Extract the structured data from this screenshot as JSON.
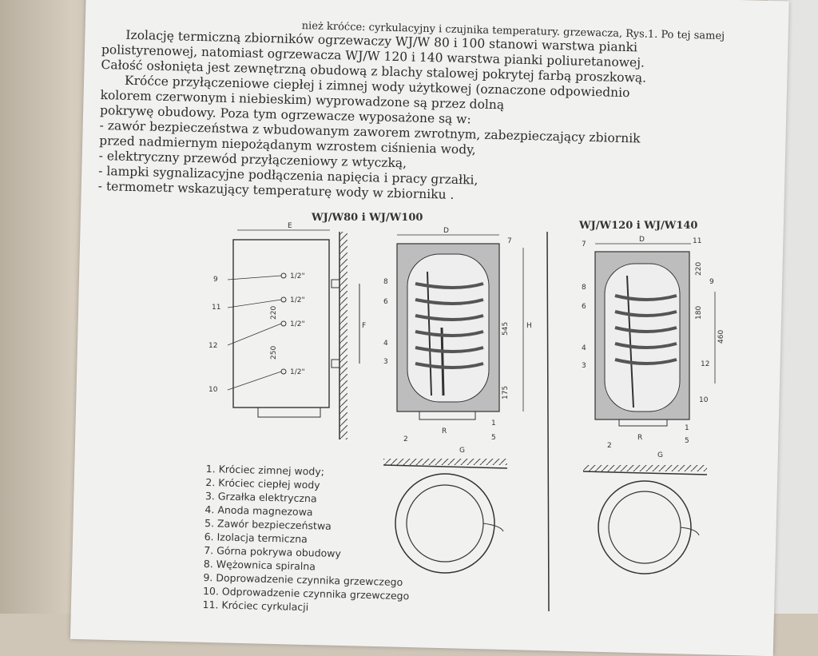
{
  "text_lines": [
    "nież króćce: cyrkulacyjny i czujnika temperatury.",
    "Izolację termiczną zbiorników ogrzewaczy WJ/W 80 i 100 stanowi warstwa pianki",
    "polistyrenowej, natomiast ogrzewacza WJ/W 120 i 140 warstwa pianki poliuretanowej.",
    "Całość osłonięta jest zewnętrzną obudową z blachy stalowej pokrytej farbą proszkową.",
    "Króćce przyłączeniowe ciepłej i zimnej wody użytkowej (oznaczone odpowiednio",
    "kolorem czerwonym i niebieskim) wyprowadzone są przez dolną",
    "pokrywę obudowy. Poza tym ogrzewacze wyposażone są w:",
    "- zawór bezpieczeństwa z wbudowanym zaworem zwrotnym, zabezpieczający zbiornik",
    "przed nadmiernym niepożądanym wzrostem ciśnienia wody,",
    "- elektryczny przewód przyłączeniowy z wtyczką,",
    "- lampki sygnalizacyjne podłączenia napięcia i pracy grzałki,",
    "- termometr wskazujący temperaturę wody w zbiorniku ."
  ],
  "top_right_fragment": "grzewacza, Rys.1. Po tej samej",
  "diagram": {
    "title_left": "WJ/W80 i WJ/W100",
    "title_right": "WJ/W120 i WJ/W140",
    "dim_E": "E",
    "dim_D": "D",
    "dim_F": "F",
    "dim_H": "H",
    "dim_R": "R",
    "dim_G": "G",
    "thread": "1/2\"",
    "dim_220": "220",
    "dim_250": "250",
    "dim_545": "545",
    "dim_175": "175",
    "dim_180": "180",
    "dim_460": "460",
    "n1": "1",
    "n2": "2",
    "n3": "3",
    "n4": "4",
    "n5": "5",
    "n6": "6",
    "n7": "7",
    "n8": "8",
    "n9": "9",
    "n10": "10",
    "n11": "11",
    "n12": "12"
  },
  "legend": [
    "1.  Króciec zimnej wody;",
    "2.  Króciec ciepłej wody",
    "3.  Grzałka elektryczna",
    "4.  Anoda magnezowa",
    "5.  Zawór bezpieczeństwa",
    "6.  Izolacja termiczna",
    "7.  Górna pokrywa obudowy",
    "8.  Wężownica spiralna",
    "9.  Doprowadzenie czynnika grzewczego",
    "10.  Odprowadzenie czynnika grzewczego",
    "11.  Króciec cyrkulacji"
  ]
}
